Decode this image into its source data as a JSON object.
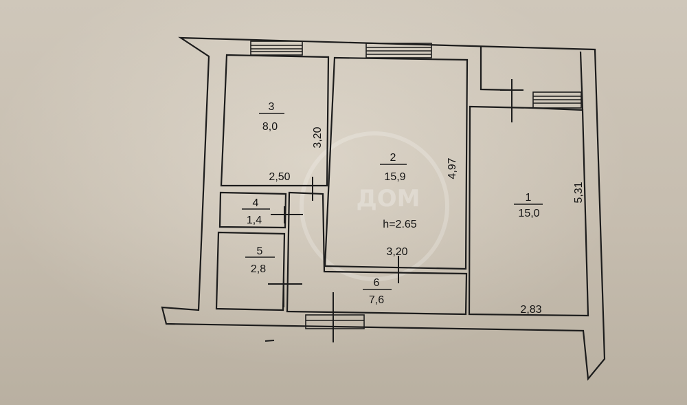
{
  "watermark": "ДОМ",
  "height_label": "h=2.65",
  "rooms": {
    "room_1": {
      "number": "1",
      "area": "15,0"
    },
    "room_2": {
      "number": "2",
      "area": "15,9"
    },
    "room_3": {
      "number": "3",
      "area": "8,0"
    },
    "room_4": {
      "number": "4",
      "area": "1,4"
    },
    "room_5": {
      "number": "5",
      "area": "2,8"
    },
    "room_6": {
      "number": "6",
      "area": "7,6"
    }
  },
  "dimensions": {
    "room_3_length": "3,20",
    "room_3_width": "2,50",
    "room_2_length": "4,97",
    "room_2_width": "3,20",
    "room_1_length": "5,31",
    "room_1_width": "2,83"
  },
  "colors": {
    "paper": "#c8bfb1",
    "ink": "#1c1c1c"
  }
}
